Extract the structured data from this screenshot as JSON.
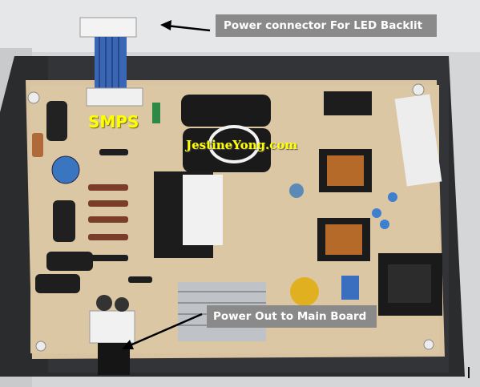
{
  "labels": {
    "backlit": "Power connector For LED Backlit",
    "smps": "SMPS",
    "watermark": "JestineYong.com",
    "mainboard": "Power Out to Main Board"
  },
  "colors": {
    "label_box": "#8a8a8a",
    "label_text": "#ffffff",
    "smps_text": "#ffff00",
    "pcb": "#d9c3a0"
  }
}
